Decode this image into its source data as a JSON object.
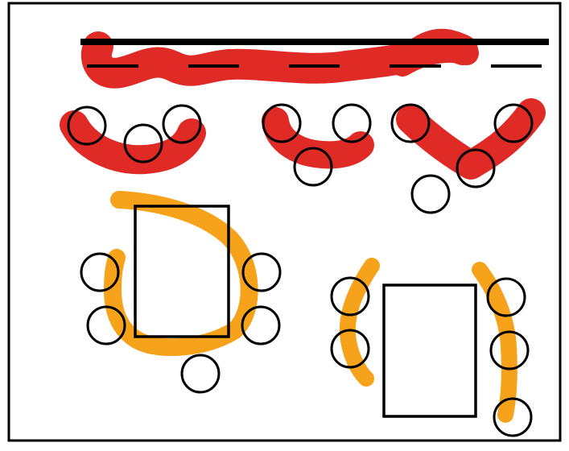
{
  "colors": {
    "background": "#ffffff",
    "frame": "#000000",
    "stroke": "#000000",
    "highlight_red": "#e02a26",
    "highlight_orange": "#f7a21b"
  },
  "layout_groups": [
    {
      "name": "top-lecture-area",
      "highlight": "red"
    },
    {
      "name": "bottom-left-table-group",
      "highlight": "orange"
    },
    {
      "name": "bottom-right-table-group",
      "highlight": "orange"
    }
  ]
}
